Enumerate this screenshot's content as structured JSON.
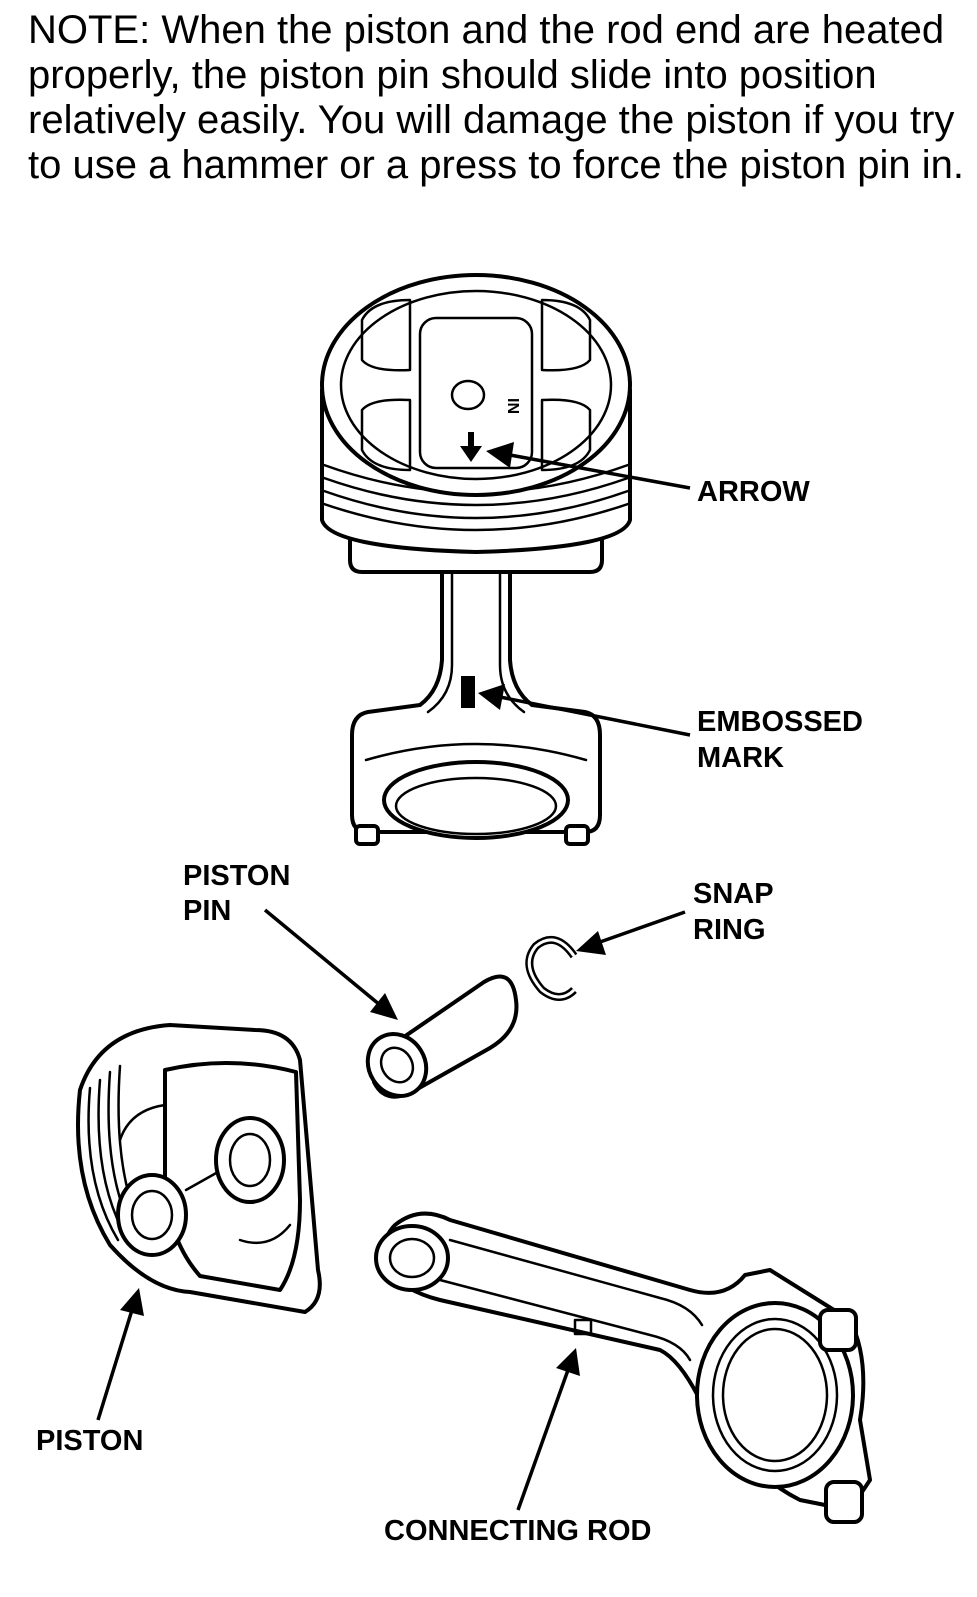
{
  "note": "NOTE: When the piston and the rod end are heated properly, the piston pin should slide into position relatively easily. You will damage the piston if you try to use a hammer or a press to force the piston pin in.",
  "labels": {
    "arrow": "ARROW",
    "embossed_mark": [
      "EMBOSSED",
      "MARK"
    ],
    "piston_pin": [
      "PISTON",
      "PIN"
    ],
    "snap_ring": [
      "SNAP",
      "RING"
    ],
    "piston": "PISTON",
    "connecting_rod": "CONNECTING ROD"
  },
  "piston_crown_mark": "IN"
}
